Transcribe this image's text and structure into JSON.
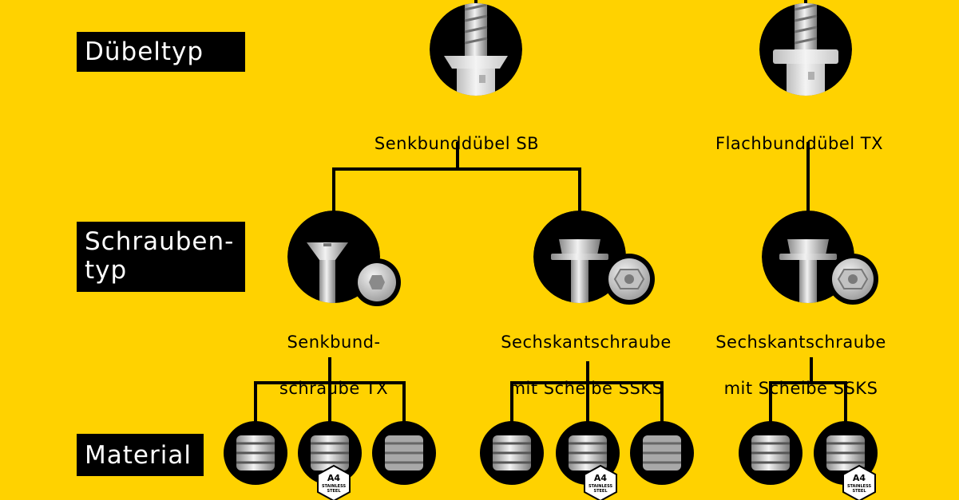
{
  "row_labels": {
    "dowel_type": "Dübeltyp",
    "screw_type_line1": "Schrauben-",
    "screw_type_line2": "typ",
    "material": "Material"
  },
  "dowels": [
    {
      "label": "Senkbunddübel SB",
      "icon": "countersunk-dowel"
    },
    {
      "label": "Flachbunddübel TX",
      "icon": "flat-collar-dowel"
    }
  ],
  "screws": [
    {
      "label_line1": "Senkbund-",
      "label_line2": "schraube TX",
      "icon": "countersunk-screw"
    },
    {
      "label_line1": "Sechskantschraube",
      "label_line2": "mit Scheibe SSKS",
      "icon": "hex-screw-washer"
    },
    {
      "label_line1": "Sechskantschraube",
      "label_line2": "mit Scheibe SSKS",
      "icon": "hex-screw-washer"
    }
  ],
  "badge": {
    "title": "A4",
    "line1": "STAINLESS",
    "line2": "STEEL"
  },
  "colors": {
    "background": "#FFD200",
    "ink": "#000000",
    "label_text": "#FFFFFF"
  }
}
